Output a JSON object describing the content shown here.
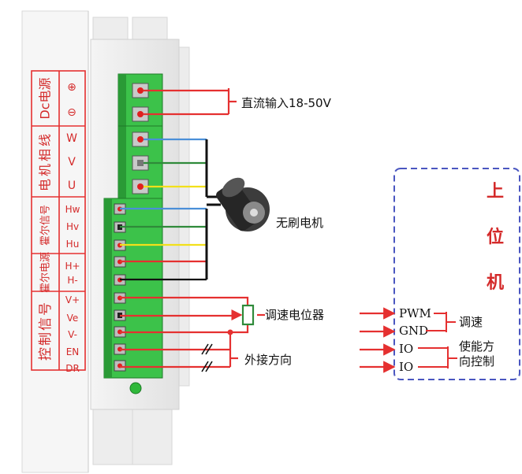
{
  "driver": {
    "dc_power": "Dc电源",
    "plus": "⊕",
    "minus": "⊖",
    "motor_phase": "电机相线",
    "phase_w": "W",
    "phase_v": "V",
    "phase_u": "U",
    "hall_signal": "霍尔信号",
    "hall_hw": "Hw",
    "hall_hv": "Hv",
    "hall_hu": "Hu",
    "hall_power": "霍尔电源",
    "hall_hp": "H+",
    "hall_hm": "H-",
    "control_signal": "控制信号",
    "ctl_vp": "V+",
    "ctl_ve": "Ve",
    "ctl_vm": "V-",
    "ctl_en": "EN",
    "ctl_dr": "DR"
  },
  "annotations": {
    "dc_input": "直流输入18-50V",
    "motor": "无刷电机",
    "potentiometer": "调速电位器",
    "direction": "外接方向"
  },
  "host": {
    "title_chars": [
      "上",
      "位",
      "机"
    ],
    "pwm": "PWM",
    "gnd": "GND",
    "io1": "IO",
    "io2": "IO",
    "speed": "调速",
    "enable_dir_line1": "使能方",
    "enable_dir_line2": "向控制"
  },
  "colors": {
    "wire_red": "#e53030",
    "wire_blue": "#4a8fd8",
    "wire_green": "#2f8a3a",
    "wire_yellow": "#f2e01a",
    "wire_black": "#111111",
    "terminal_green": "#3cc24a",
    "host_border": "#4a56c0",
    "label_red": "#d42a2a"
  }
}
